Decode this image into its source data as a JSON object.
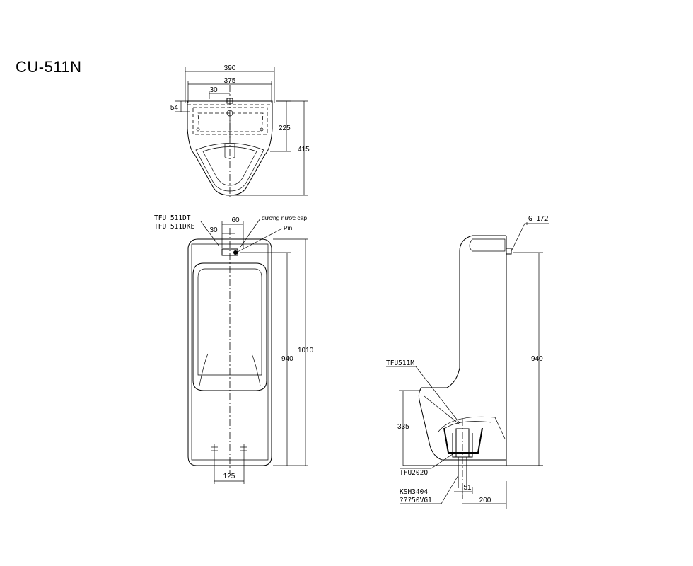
{
  "model": "CU-511N",
  "top_view": {
    "dims": {
      "overall_width": "390",
      "inner_width": "375",
      "inlet_offset": "30",
      "depth_offset": "54",
      "rear_depth": "225",
      "total_depth": "415"
    }
  },
  "front_view": {
    "labels": {
      "sensor_1": "TFU 511DT",
      "sensor_2": "TFU 511DKE",
      "water_supply": "đường nước cấp",
      "battery": "Pin"
    },
    "dims": {
      "supply_width": "60",
      "supply_offset": "30",
      "inlet_height": "940",
      "total_height": "1010",
      "mount_spacing": "125"
    }
  },
  "side_view": {
    "labels": {
      "supply_thread": "G 1/2",
      "trap": "TFU511M",
      "outlet": "TFU202Q",
      "drain_1": "KSH3404",
      "drain_2": "???50VG1"
    },
    "dims": {
      "inlet_height": "940",
      "outlet_height": "335",
      "outlet_offset": "51",
      "wall_offset": "200"
    }
  }
}
